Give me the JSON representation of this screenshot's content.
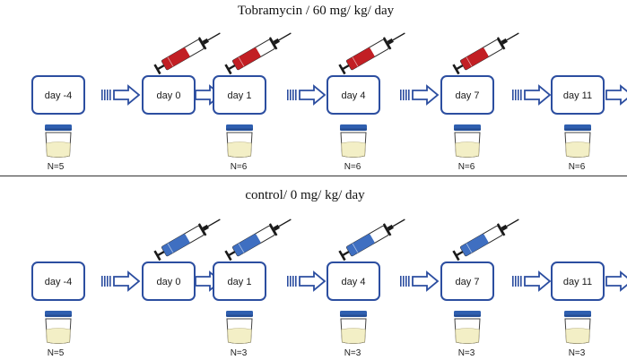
{
  "colors": {
    "blue": "#2c4ea0",
    "red": "#c21f24",
    "syringe_blue": "#3f6fc1",
    "cup_lid": "#2f5fb0",
    "cup_fill": "#f3efc6"
  },
  "panels": [
    {
      "title": "Tobramycin / 60 mg/ kg/ day",
      "syringe_color": "red",
      "days": [
        {
          "label": "day -4",
          "n": "N=5"
        },
        {
          "label": "day 0",
          "n": ""
        },
        {
          "label": "day 1",
          "n": "N=6"
        },
        {
          "label": "day 4",
          "n": "N=6"
        },
        {
          "label": "day 7",
          "n": "N=6"
        },
        {
          "label": "day 11",
          "n": "N=6"
        }
      ]
    },
    {
      "title": "control/ 0 mg/ kg/ day",
      "syringe_color": "blue",
      "days": [
        {
          "label": "day -4",
          "n": "N=5"
        },
        {
          "label": "day 0",
          "n": ""
        },
        {
          "label": "day 1",
          "n": "N=3"
        },
        {
          "label": "day 4",
          "n": "N=3"
        },
        {
          "label": "day 7",
          "n": "N=3"
        },
        {
          "label": "day 11",
          "n": "N=3"
        }
      ]
    }
  ]
}
